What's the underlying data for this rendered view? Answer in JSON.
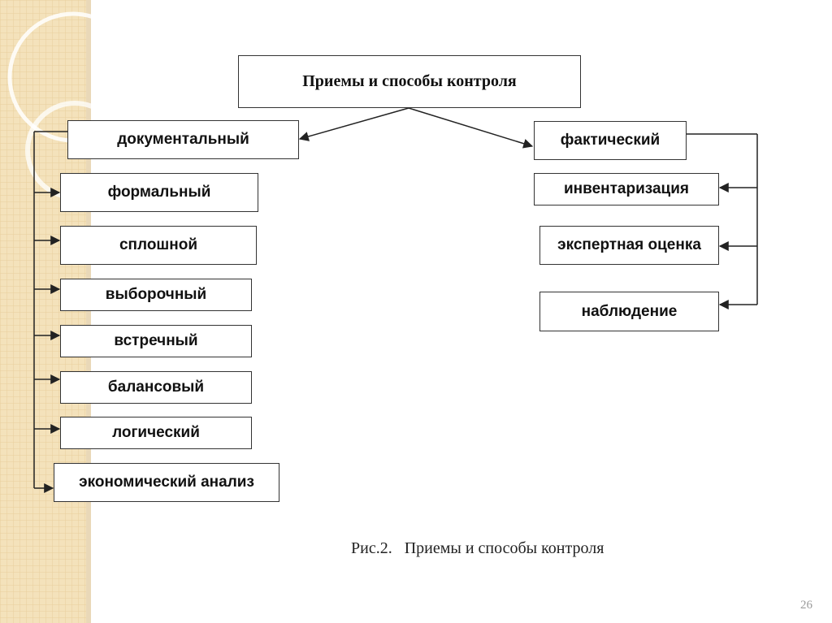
{
  "diagram": {
    "root": "Приемы и способы контроля",
    "left_branch": {
      "label": "документальный",
      "children": [
        "формальный",
        "сплошной",
        "выборочный",
        "встречный",
        "балансовый",
        "логический",
        "экономический анализ"
      ]
    },
    "right_branch": {
      "label": "фактический",
      "children": [
        "инвентаризация",
        "экспертная оценка",
        "наблюдение"
      ]
    }
  },
  "caption": "Рис.2.   Приемы и способы контроля",
  "slide_number": "26",
  "colors": {
    "decor_band": "#f3dfb5",
    "decor_grid": "#e6c88e",
    "line": "#222222"
  }
}
